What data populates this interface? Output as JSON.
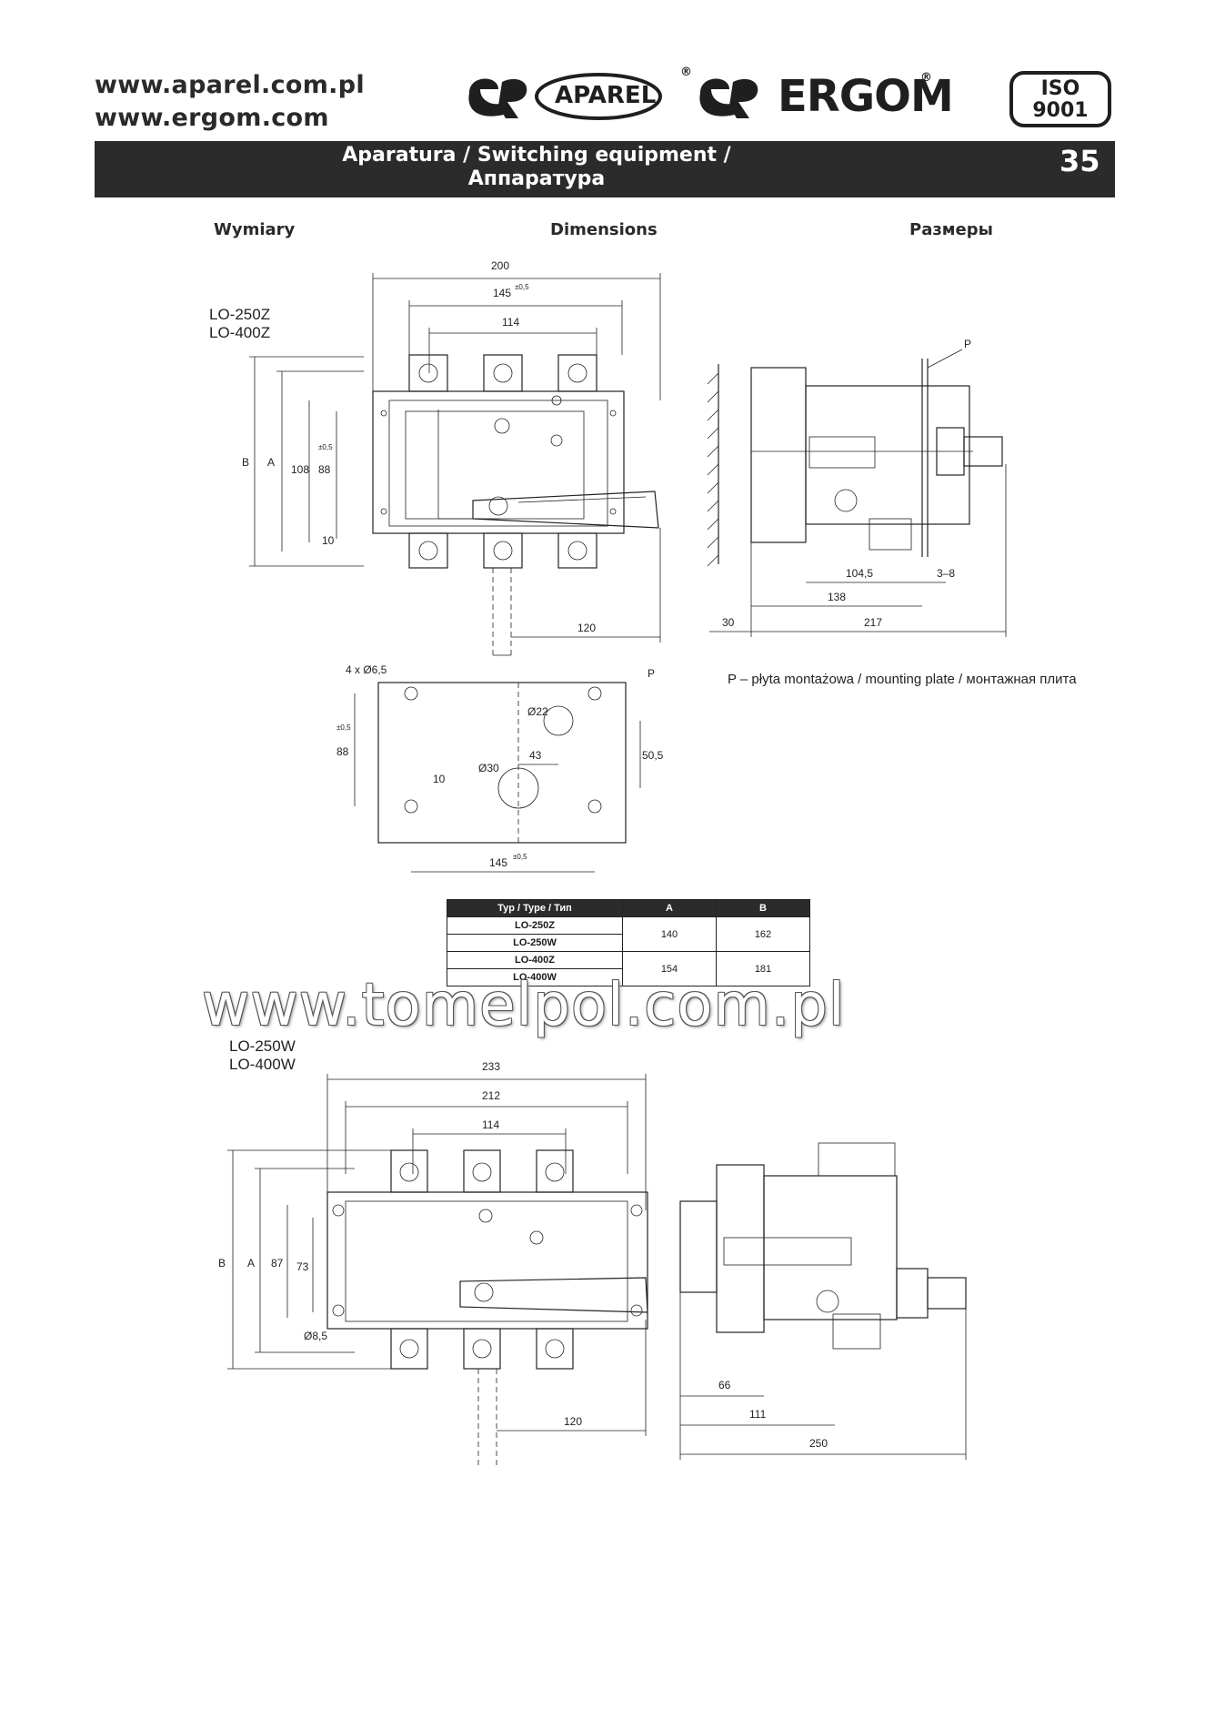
{
  "header": {
    "url_aparel": "www.aparel.com.pl",
    "url_ergom": "www.ergom.com",
    "logo_aparel": "APAREL",
    "logo_ergom": "ERGOM",
    "iso_line1": "ISO",
    "iso_line2": "9001",
    "registered_mark": "®"
  },
  "banner": {
    "title_line1": "Aparatura / Switching equipment /",
    "title_line2": "Аппаратура",
    "page_number": "35"
  },
  "headings": {
    "pl": "Wymiary",
    "en": "Dimensions",
    "ru": "Размеры"
  },
  "models_top": {
    "line1": "LO-250Z",
    "line2": "LO-400Z"
  },
  "models_bottom": {
    "line1": "LO-250W",
    "line2": "LO-400W"
  },
  "dims_top_front": {
    "w200": "200",
    "w145": "145",
    "tol145": "±0,5",
    "w114": "114",
    "hB": "B",
    "hA": "A",
    "h108": "108",
    "h88": "88",
    "tol88": "±0,5",
    "h10": "10",
    "w120": "120"
  },
  "dims_top_side": {
    "plate": "P",
    "d1045": "104,5",
    "d38": "3–8",
    "d138": "138",
    "d30": "30",
    "d217": "217"
  },
  "dims_plate": {
    "holes": "4 x Ø6,5",
    "plate": "P",
    "d22": "Ø22",
    "d43": "43",
    "d30": "Ø30",
    "h88": "88",
    "tol88": "±0,5",
    "h10": "10",
    "h505": "50,5",
    "w145": "145",
    "tol145": "±0,5"
  },
  "plate_note": "P – płyta montażowa / mounting plate / монтажная плита",
  "table": {
    "headers": [
      "Typ / Type / Тип",
      "A",
      "B"
    ],
    "rows": [
      {
        "types": [
          "LO-250Z",
          "LO-250W"
        ],
        "a": "140",
        "b": "162"
      },
      {
        "types": [
          "LO-400Z",
          "LO-400W"
        ],
        "a": "154",
        "b": "181"
      }
    ]
  },
  "watermark": "www.tomelpol.com.pl",
  "dims_bottom_front": {
    "w233": "233",
    "w212": "212",
    "w114": "114",
    "hB": "B",
    "hA": "A",
    "h87": "87",
    "h73": "73",
    "hole": "Ø8,5",
    "w120": "120"
  },
  "dims_bottom_side": {
    "d66": "66",
    "d111": "111",
    "d250": "250"
  }
}
